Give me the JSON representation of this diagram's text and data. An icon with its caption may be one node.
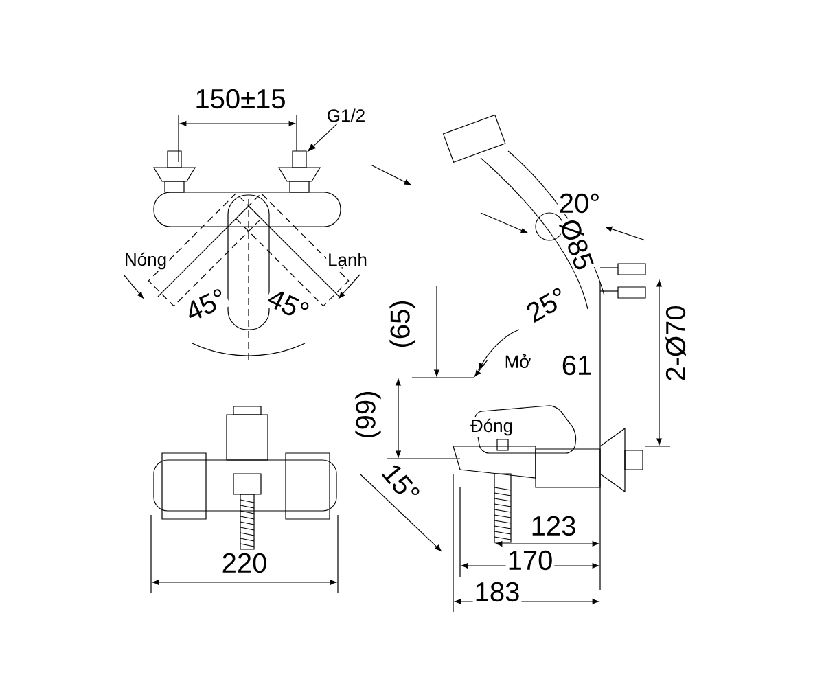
{
  "diagram": {
    "nodes": [
      {
        "text": [
          "G1/2"
        ]
      },
      {
        "text": [],
        "shape": "box"
      }
    ],
    "edges": [
      {
        "from": 0,
        "to": 1,
        "arrow": "to"
      }
    ],
    "labels": [
      "150±15",
      "Nóng",
      "Lạnh",
      "45°",
      "45°",
      "20°",
      "Ø85",
      "25°",
      "(65)",
      "2-Ø70",
      "Mở",
      "61",
      "(99)",
      "Đóng",
      "15°",
      "220",
      "123",
      "170",
      "183"
    ]
  }
}
